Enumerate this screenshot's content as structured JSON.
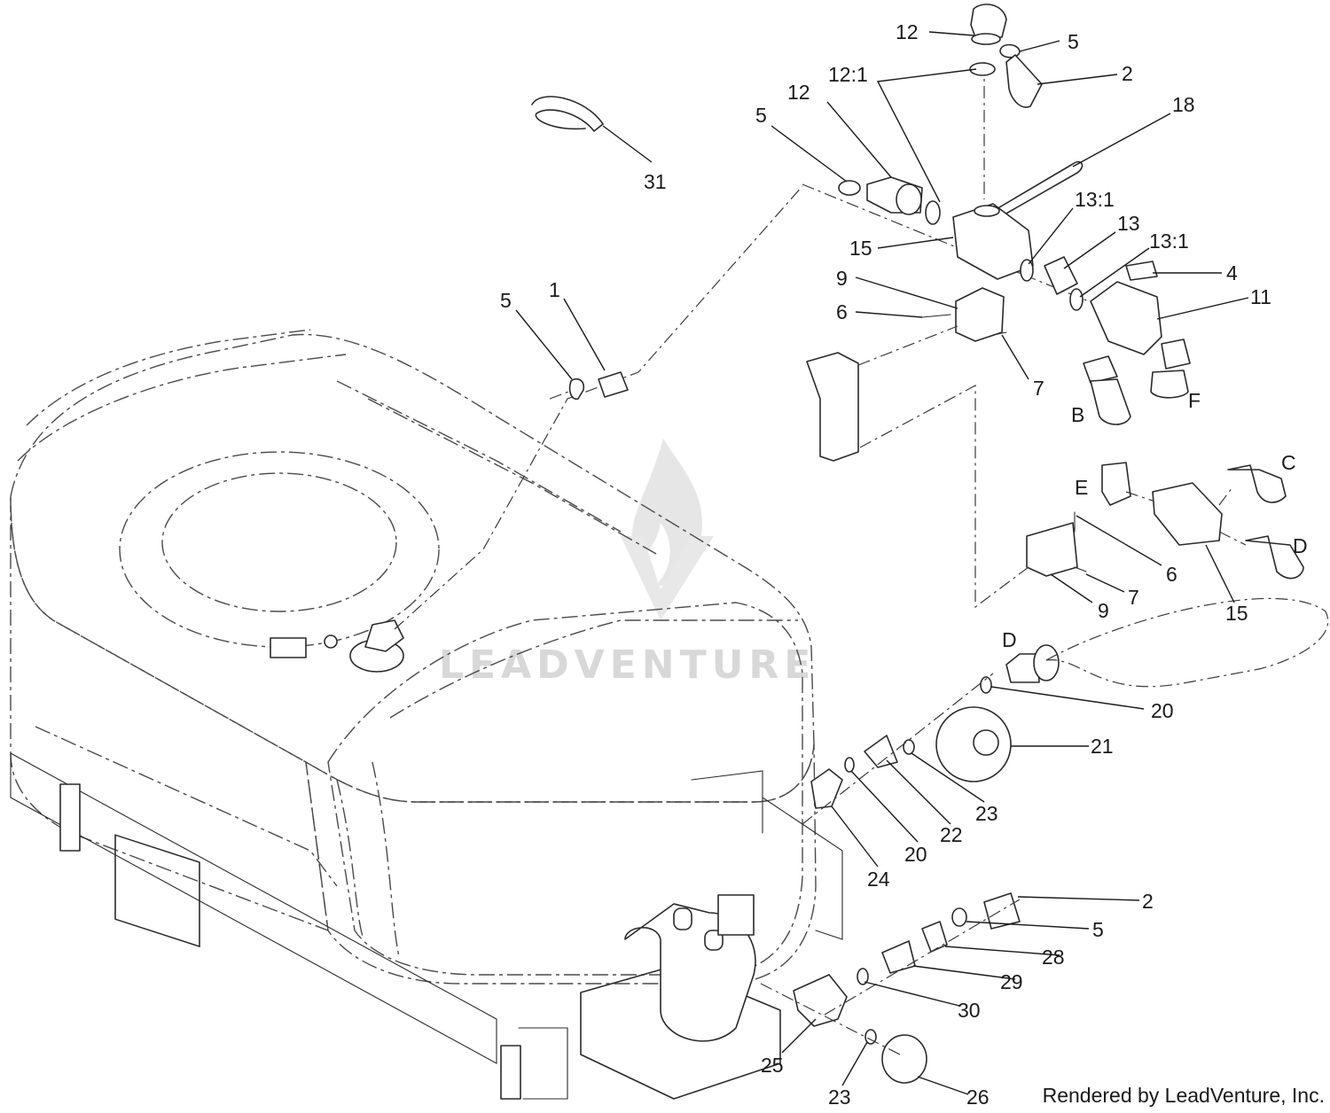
{
  "watermark": {
    "text": "LEADVENTURE"
  },
  "credit": "Rendered by LeadVenture, Inc.",
  "callouts": [
    {
      "id": "c12a",
      "text": "12"
    },
    {
      "id": "c5a",
      "text": "5"
    },
    {
      "id": "c12_1",
      "text": "12:1"
    },
    {
      "id": "c2a",
      "text": "2"
    },
    {
      "id": "c12b",
      "text": "12"
    },
    {
      "id": "c5b",
      "text": "5"
    },
    {
      "id": "c18",
      "text": "18"
    },
    {
      "id": "c31",
      "text": "31"
    },
    {
      "id": "c13_1a",
      "text": "13:1"
    },
    {
      "id": "c13",
      "text": "13"
    },
    {
      "id": "c13_1b",
      "text": "13:1"
    },
    {
      "id": "c15a",
      "text": "15"
    },
    {
      "id": "c4",
      "text": "4"
    },
    {
      "id": "c9a",
      "text": "9"
    },
    {
      "id": "c11",
      "text": "11"
    },
    {
      "id": "c5c",
      "text": "5"
    },
    {
      "id": "c1",
      "text": "1"
    },
    {
      "id": "c6a",
      "text": "6"
    },
    {
      "id": "c7a",
      "text": "7"
    },
    {
      "id": "cB",
      "text": "B"
    },
    {
      "id": "cF",
      "text": "F"
    },
    {
      "id": "cC",
      "text": "C"
    },
    {
      "id": "cE",
      "text": "E"
    },
    {
      "id": "c6b",
      "text": "6"
    },
    {
      "id": "cD1",
      "text": "D"
    },
    {
      "id": "c7b",
      "text": "7"
    },
    {
      "id": "c9b",
      "text": "9"
    },
    {
      "id": "c15b",
      "text": "15"
    },
    {
      "id": "cD2",
      "text": "D"
    },
    {
      "id": "c20a",
      "text": "20"
    },
    {
      "id": "c21",
      "text": "21"
    },
    {
      "id": "c23a",
      "text": "23"
    },
    {
      "id": "c22",
      "text": "22"
    },
    {
      "id": "c20b",
      "text": "20"
    },
    {
      "id": "c24",
      "text": "24"
    },
    {
      "id": "c2b",
      "text": "2"
    },
    {
      "id": "c5d",
      "text": "5"
    },
    {
      "id": "c28",
      "text": "28"
    },
    {
      "id": "c29",
      "text": "29"
    },
    {
      "id": "c30",
      "text": "30"
    },
    {
      "id": "c25",
      "text": "25"
    },
    {
      "id": "c23b",
      "text": "23"
    },
    {
      "id": "c26",
      "text": "26"
    }
  ]
}
